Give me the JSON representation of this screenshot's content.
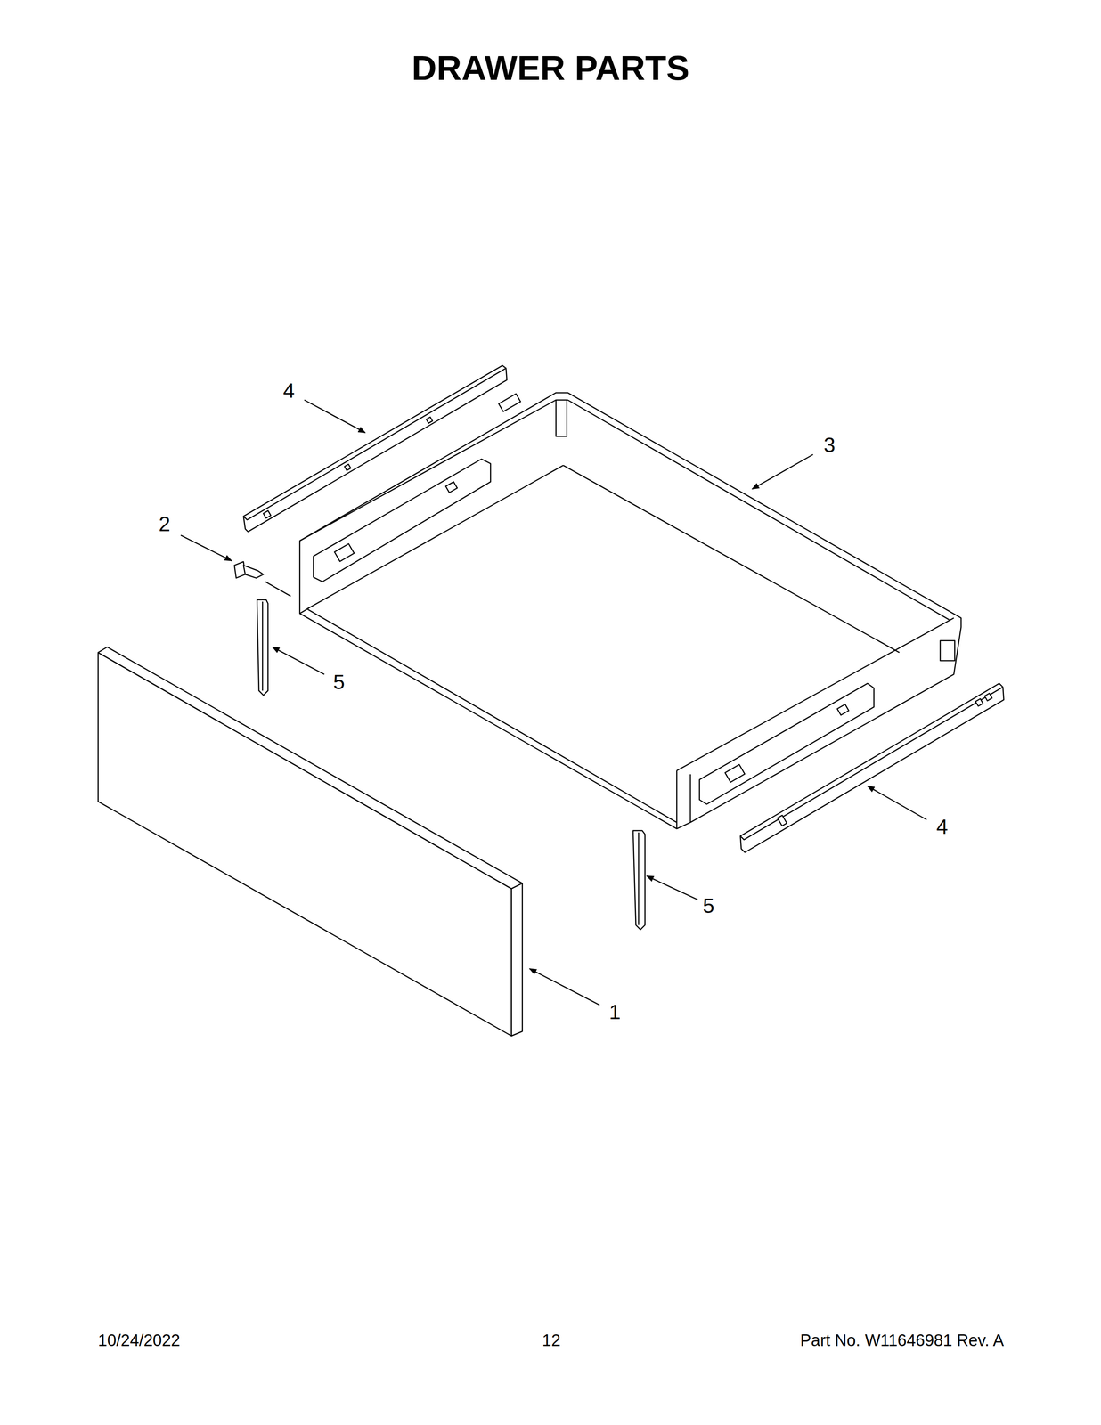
{
  "diagram": {
    "title": "DRAWER PARTS",
    "labels": [
      "4",
      "3",
      "2",
      "5",
      "4",
      "5",
      "1",
      "10/24/2022",
      "12",
      "Part No. W11646981 Rev. A"
    ]
  }
}
